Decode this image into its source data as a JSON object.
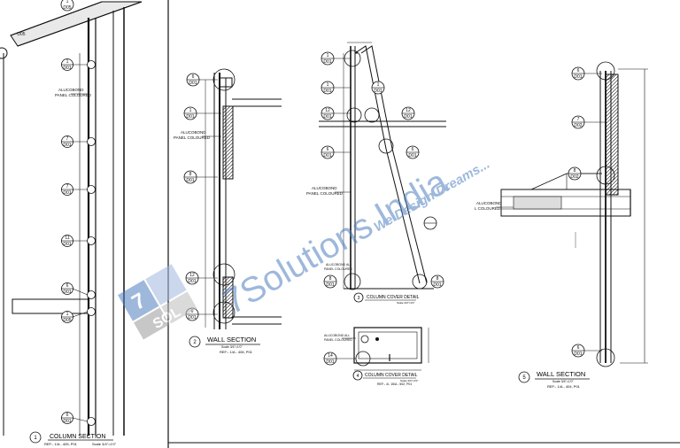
{
  "column_section": {
    "callouts": [
      {
        "num": "1",
        "sheet": "D05"
      },
      {
        "num": "2",
        "sheet": "D05"
      },
      {
        "num": "1",
        "sheet": "D01"
      },
      {
        "num": "7",
        "sheet": "D01"
      },
      {
        "num": "7",
        "sheet": "D01"
      },
      {
        "num": "11",
        "sheet": "D01"
      },
      {
        "num": "6",
        "sheet": "D01"
      },
      {
        "num": "1",
        "sheet": "D05"
      },
      {
        "num": "6",
        "sheet": "D01"
      }
    ],
    "note": [
      "ALUCOBOND",
      "PANEL COLOURED"
    ],
    "title_num": "1",
    "title": "COLUMN SECTION",
    "ref": "REF:- 1/A - 405, P01",
    "scale": "Scale 3/4\"=1'0\""
  },
  "wall_section_2": {
    "callouts": [
      {
        "num": "6",
        "sheet": "D01"
      },
      {
        "num": "1",
        "sheet": "D01"
      },
      {
        "num": "8",
        "sheet": "D01"
      },
      {
        "num": "12",
        "sheet": "D01"
      },
      {
        "num": "6",
        "sheet": "D01"
      }
    ],
    "note": [
      "ALUCOBOND",
      "PANEL COLOURED"
    ],
    "title_num": "2",
    "title": "WALL SECTION",
    "ref": "REF:- 1/A - 406, P01",
    "scale": "Scale 3/4\"=1'0\""
  },
  "column_cover_3": {
    "callouts": [
      {
        "num": "1",
        "sheet": "D01"
      },
      {
        "num": "1",
        "sheet": "D01"
      },
      {
        "num": "12",
        "sheet": "D01"
      },
      {
        "num": "12",
        "sheet": "D01"
      },
      {
        "num": "6",
        "sheet": "D01"
      },
      {
        "num": "6",
        "sheet": "D01"
      },
      {
        "num": "1",
        "sheet": "D01"
      },
      {
        "num": "8",
        "sheet": "D01"
      },
      {
        "num": "8",
        "sheet": "D01"
      }
    ],
    "note": [
      "ALUCOBOND",
      "PANEL COLOURED"
    ],
    "note2": [
      "ALUCOBOND ALL",
      "PANEL COLOURED"
    ],
    "title_num": "3",
    "title": "COLUMN COVER DETAIL",
    "scale": "Scale 3/4\"=1'0\""
  },
  "column_cover_4": {
    "callouts": [
      {
        "num": "14",
        "sheet": "D01"
      }
    ],
    "note": [
      "ALUCOBOND ALL",
      "PANEL COLOURED"
    ],
    "title_num": "4",
    "title": "COLUMN COVER DETAIL",
    "ref": "REF:- 4/- 15/A - 502, P01",
    "scale": "Scale 3/4\"=1'0\""
  },
  "wall_section_5": {
    "callouts": [
      {
        "num": "6",
        "sheet": "D01"
      },
      {
        "num": "7",
        "sheet": "D02"
      },
      {
        "num": "8",
        "sheet": "D02"
      },
      {
        "num": "6",
        "sheet": "D01"
      }
    ],
    "note": [
      "ALUCOBOND",
      "L COLOURED"
    ],
    "title_num": "5",
    "title": "WALL SECTION",
    "ref": "REF:- 1/A - 404, P01",
    "scale": "Scale 3/4\"=1'0\""
  },
  "watermark": {
    "logo_digit": "7",
    "logo_text": "SOL",
    "brand": "7Solutions India",
    "tagline": "We Design Dreams...",
    "color": "#4f7fc0"
  }
}
